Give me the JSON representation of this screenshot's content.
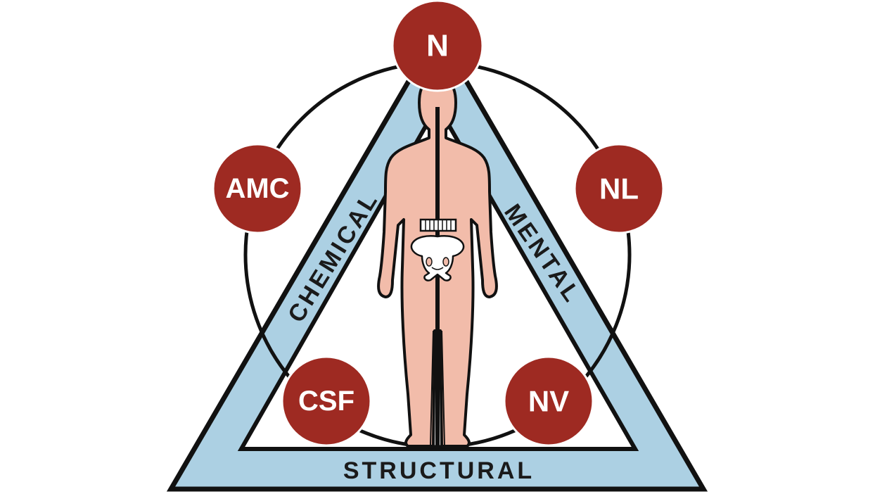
{
  "nodes": {
    "top": "N",
    "upper_left": "AMC",
    "upper_right": "NL",
    "lower_left": "CSF",
    "lower_right": "NV"
  },
  "sides": {
    "left": "CHEMICAL",
    "right": "MENTAL",
    "bottom": "STRUCTURAL"
  },
  "colors": {
    "node_fill": "#9e2a22",
    "triangle_fill": "#acd0e3",
    "body_fill": "#f2bcaa",
    "outline": "#111111"
  },
  "icons": {
    "figure": "human-body-icon",
    "pelvis": "pelvis-icon",
    "vertebrae": "vertebrae-icon"
  }
}
